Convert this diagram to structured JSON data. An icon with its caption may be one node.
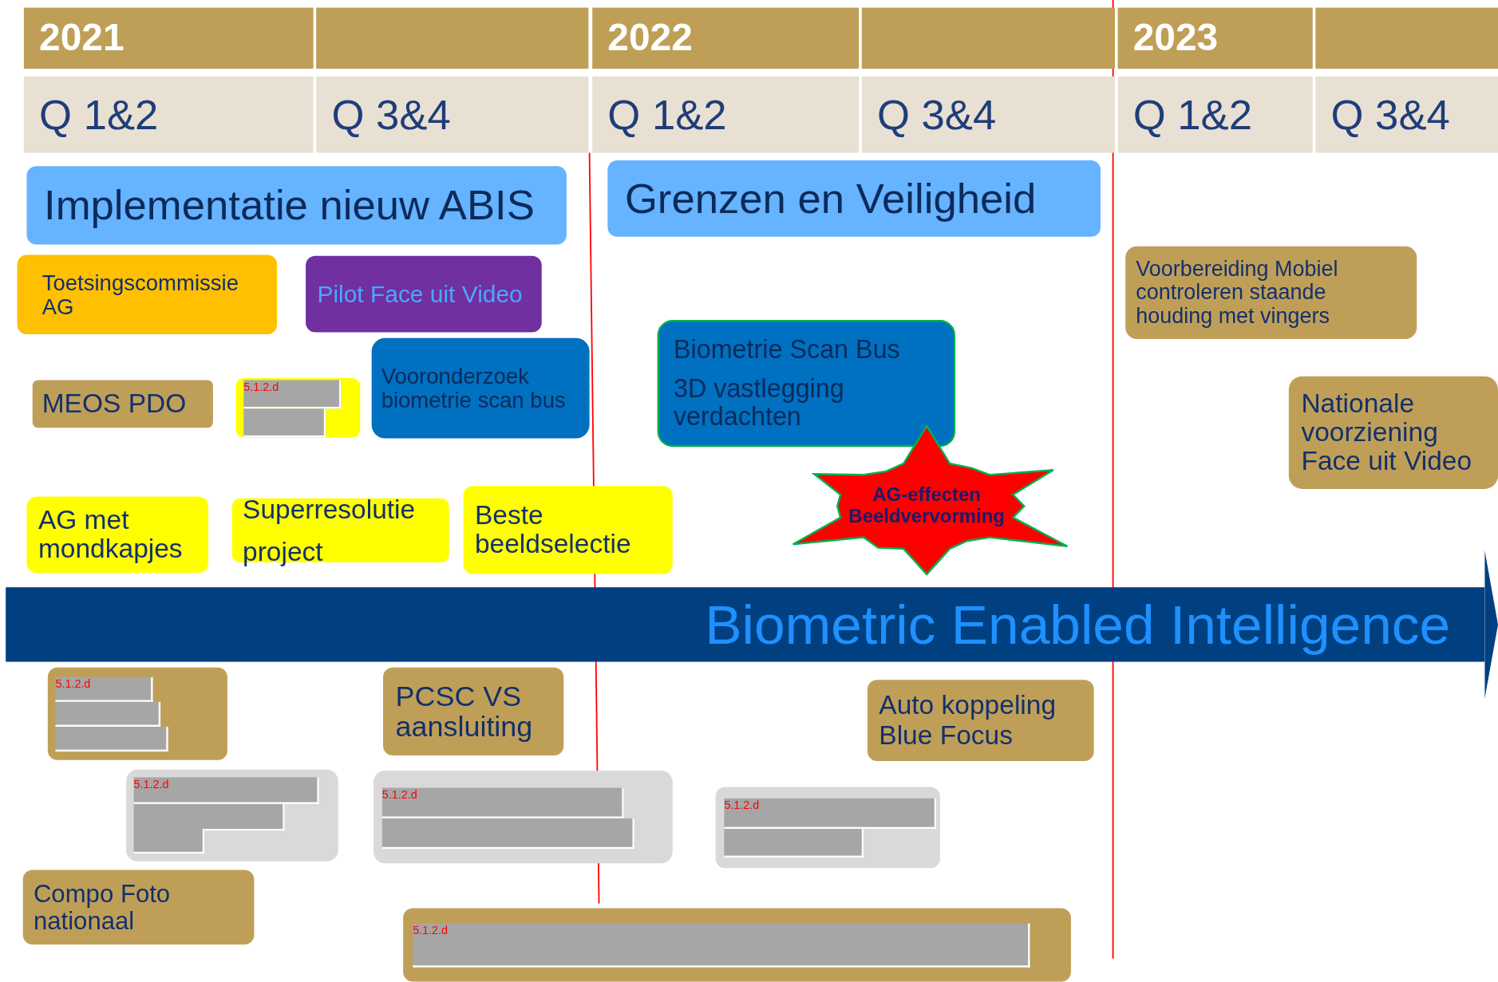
{
  "diagram": {
    "nodes": [
      {
        "text": [
          "2021"
        ]
      },
      {
        "text": [],
        "shape": "box"
      },
      {
        "text": [
          "2022"
        ]
      },
      {
        "text": [],
        "shape": "box"
      },
      {
        "text": [
          "2023"
        ]
      },
      {
        "text": [],
        "shape": "box"
      },
      {
        "text": [
          "Q 1&2"
        ]
      },
      {
        "text": [
          "Q 3&4"
        ]
      },
      {
        "text": [
          "Q 1&2"
        ]
      },
      {
        "text": [
          "Q 3&4"
        ]
      },
      {
        "text": [
          "Q 1&2"
        ]
      },
      {
        "text": [
          "Q 3&4"
        ]
      },
      {
        "text": [
          "Implementatie nieuw ABIS"
        ]
      },
      {
        "text": [
          "Grenzen en Veiligheid"
        ]
      },
      {
        "text": [
          "Toetsingscommissie AG"
        ]
      },
      {
        "text": [
          "Pilot Face uit Video"
        ]
      },
      {
        "text": [
          "Voorbereiding Mobiel controleren staande houding met vingers"
        ]
      },
      {
        "text": [
          "MEOS PDO"
        ]
      },
      {
        "text": [
          "5.1.2.d"
        ]
      },
      {
        "text": [
          "Vooronderzoek biometrie scan bus"
        ]
      },
      {
        "text": [
          "Biometrie Scan Bus",
          "3D vastlegging verdachten"
        ]
      },
      {
        "text": [
          "Nationale voorziening Face uit Video"
        ]
      },
      {
        "text": [
          "AG met mondkapjes"
        ]
      },
      {
        "text": [
          "Superresolutie project"
        ]
      },
      {
        "text": [
          "Beste beeldselectie"
        ]
      },
      {
        "text": [
          "AG-effecten Beeldvervorming"
        ]
      },
      {
        "text": [
          "Biometric Enabled Intelligence"
        ]
      },
      {
        "text": [
          "5.1.2.d"
        ]
      },
      {
        "text": [
          "PCSC VS aansluiting"
        ]
      },
      {
        "text": [
          "Auto koppeling Blue Focus"
        ]
      },
      {
        "text": [
          "5.1.2.d"
        ]
      },
      {
        "text": [
          "5.1.2.d"
        ]
      },
      {
        "text": [
          "5.1.2.d"
        ]
      },
      {
        "text": [
          "Compo Foto nationaal"
        ]
      },
      {
        "text": [
          "5.1.2.d"
        ]
      }
    ]
  }
}
